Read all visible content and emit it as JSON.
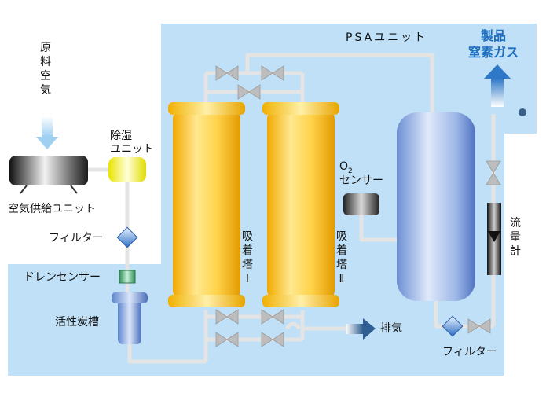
{
  "labels": {
    "psa_unit": "PSAユニット",
    "product_line1": "製品",
    "product_line2": "窒素ガス",
    "raw_air": "原料空気",
    "dehumidifier_line1": "除湿",
    "dehumidifier_line2": "ユニット",
    "air_supply_unit": "空気供給ユニット",
    "filter_left": "フィルター",
    "drain_sensor": "ドレンセンサー",
    "activated_carbon_tank": "活性炭槽",
    "tower1": "吸着塔Ⅰ",
    "tower2": "吸着塔Ⅱ",
    "o2_main": "O",
    "o2_sub": "2",
    "o2_sensor": "センサー",
    "exhaust": "排気",
    "filter_right": "フィルター",
    "flowmeter": "流量計"
  },
  "colors": {
    "unit_area": "#bfe0f6",
    "pipe": "#e4e4e4",
    "arrow_blue": "#2f78c8",
    "product_text": "#1e6fc0"
  }
}
